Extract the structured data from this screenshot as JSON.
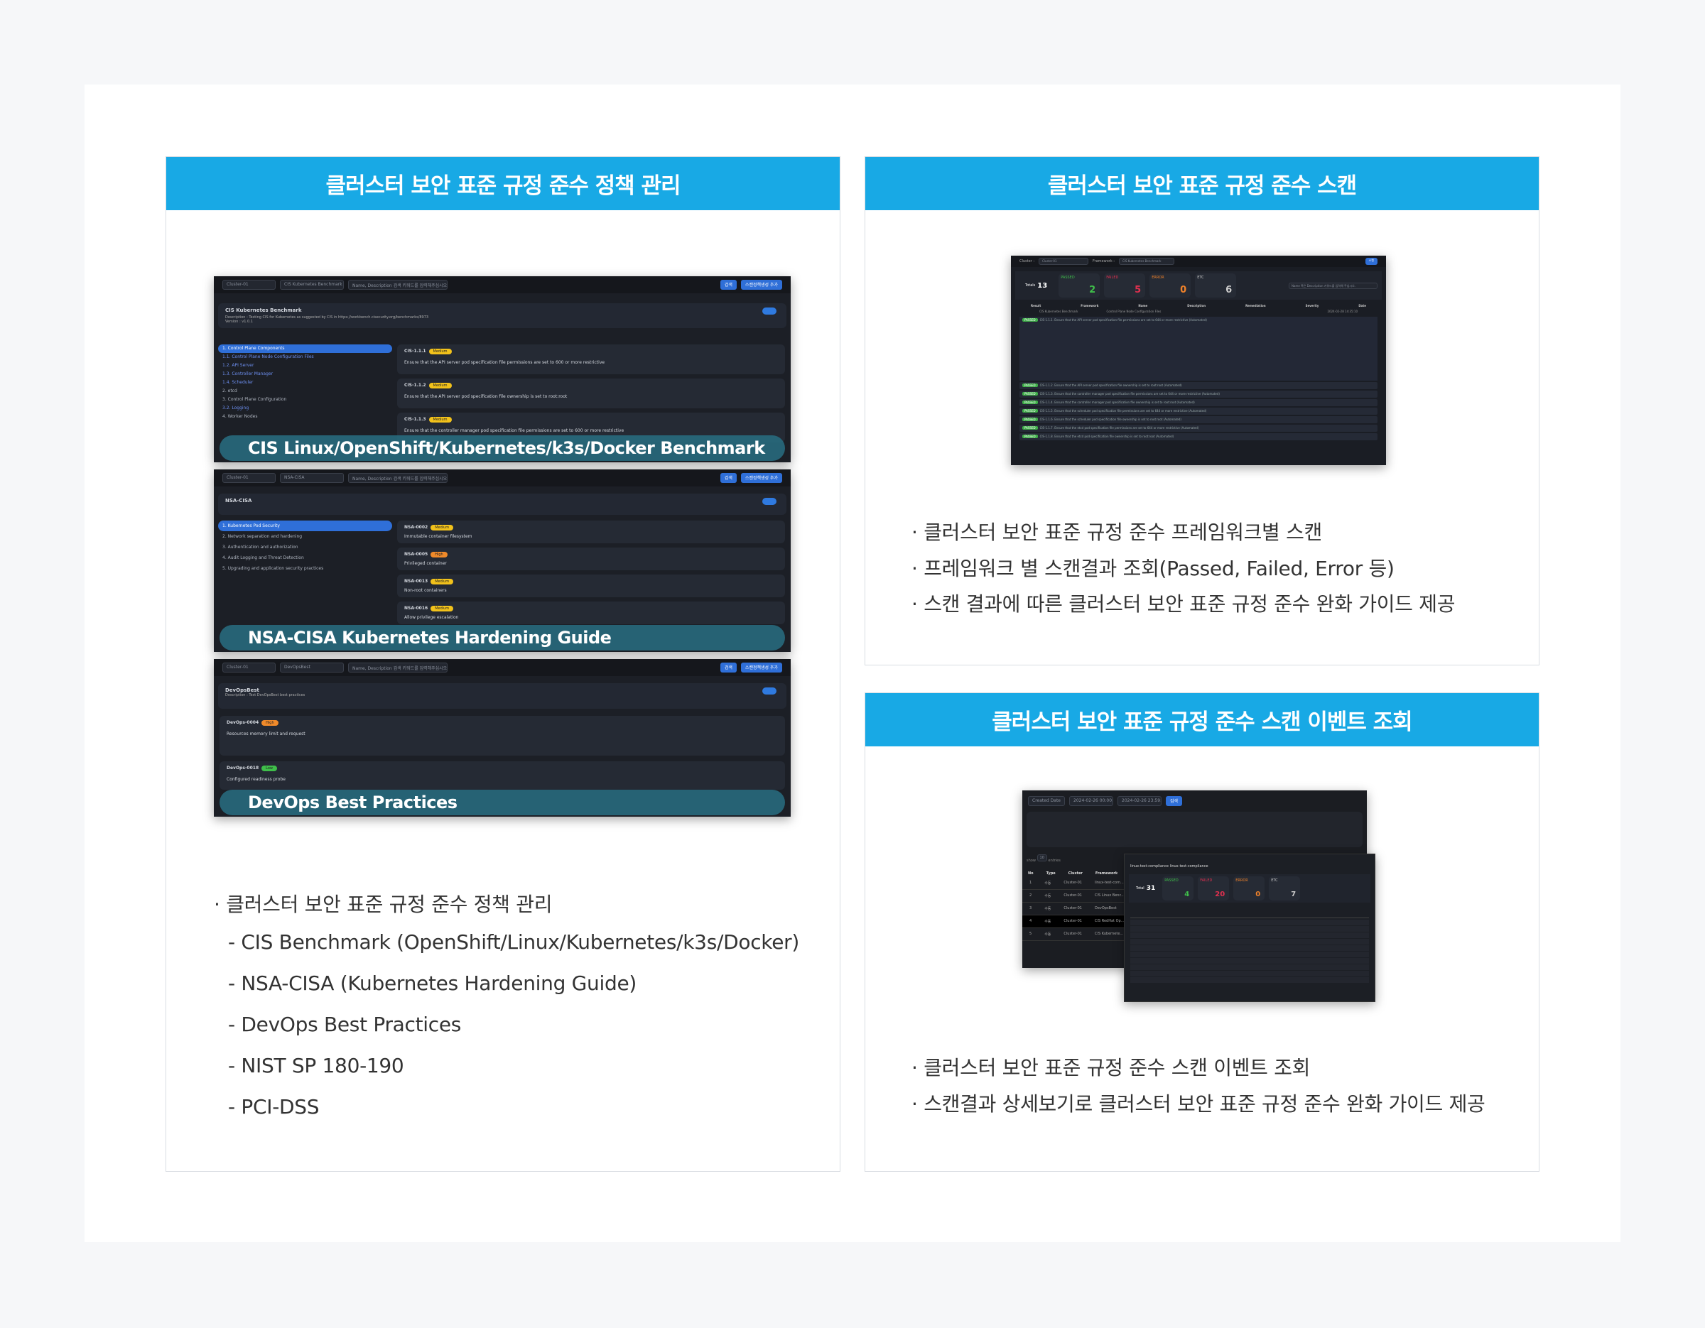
{
  "panels": {
    "policy": {
      "title": "클러스터 보안 표준 규정 준수 정책 관리",
      "bullet": "· 클러스터 보안 표준 규정 준수 정책 관리",
      "items": [
        "- CIS Benchmark (OpenShift/Linux/Kubernetes/k3s/Docker)",
        "- NSA-CISA (Kubernetes Hardening Guide)",
        "- DevOps Best Practices",
        "- NIST SP 180-190",
        "- PCI-DSS"
      ]
    },
    "scan": {
      "title": "클러스터 보안 표준 규정 준수 스캔",
      "bullets": [
        "· 클러스터 보안 표준 규정 준수 프레임워크별 스캔",
        "· 프레임워크 별 스캔결과 조회(Passed, Failed, Error 등)",
        "· 스캔 결과에 따른 클러스터 보안 표준 규정 준수 완화 가이드 제공"
      ]
    },
    "events": {
      "title": "클러스터 보안 표준 규정 준수 스캔 이벤트 조회",
      "bullets": [
        "· 클러스터 보안 표준 규정 준수 스캔 이벤트 조회",
        "· 스캔결과 상세보기로 클러스터 보안 표준 규정 준수 완화 가이드 제공"
      ]
    }
  },
  "shots": {
    "cis": {
      "cluster": "Cluster-01",
      "framework": "CIS Kubernetes Benchmark",
      "search": "Name, Description 검색 키워드를 입력해주십시오.",
      "btn1": "검색",
      "btn2": "스캔정책생성 추가",
      "name": "CIS Kubernetes Benchmark",
      "desc": "Description : Testing CIS for Kubernetes as suggested by CIS in https://workbench.cisecurity.org/benchmarks/8973",
      "version": "Version : v1.0.1",
      "side": [
        "1. Control Plane Components",
        "1.1. Control Plane Node Configuration Files",
        "1.2. API Server",
        "1.3. Controller Manager",
        "1.4. Scheduler",
        "2. etcd",
        "3. Control Plane Configuration",
        "3.2. Logging",
        "4. Worker Nodes"
      ],
      "rules": [
        {
          "id": "CIS-1.1.1",
          "sev": "Medium",
          "text": "Ensure that the API server pod specification file permissions are set to 600 or more restrictive"
        },
        {
          "id": "CIS-1.1.2",
          "sev": "Medium",
          "text": "Ensure that the API server pod specification file ownership is set to root:root"
        },
        {
          "id": "CIS-1.1.3",
          "sev": "Medium",
          "text": "Ensure that the controller manager pod specification file permissions are set to 600 or more restrictive"
        }
      ],
      "caption": "CIS Linux/OpenShift/Kubernetes/k3s/Docker Benchmark"
    },
    "nsa": {
      "cluster": "Cluster-01",
      "framework": "NSA-CISA",
      "name": "NSA-CISA",
      "side": [
        "1. Kubernetes Pod Security",
        "2. Network separation and hardening",
        "3. Authentication and authorization",
        "4. Audit Logging and Threat Detection",
        "5. Upgrading and application security practices"
      ],
      "rules": [
        {
          "id": "NSA-0002",
          "sev": "Medium",
          "text": "Immutable container filesystem"
        },
        {
          "id": "NSA-0005",
          "sev": "High",
          "text": "Privileged container"
        },
        {
          "id": "NSA-0013",
          "sev": "Medium",
          "text": "Non-root containers"
        },
        {
          "id": "NSA-0016",
          "sev": "Medium",
          "text": "Allow privilege escalation"
        }
      ],
      "caption": "NSA-CISA Kubernetes Hardening Guide"
    },
    "devops": {
      "cluster": "Cluster-01",
      "framework": "DevOpsBest",
      "name": "DevOpsBest",
      "desc": "Description : Test DevOpsBest best practices",
      "rules": [
        {
          "id": "DevOps-0004",
          "sev": "High",
          "text": "Resources memory limit and request"
        },
        {
          "id": "DevOps-0018",
          "sev": "Low",
          "text": "Configured readiness probe"
        }
      ],
      "caption": "DevOps Best Practices"
    },
    "scan": {
      "cluster_label": "Cluster :",
      "cluster": "Cluster-01",
      "framework_label": "Framework :",
      "framework": "CIS Kubernetes Benchmark",
      "btn": "스캔",
      "totals_label": "Totals",
      "totals": "13",
      "stats": [
        {
          "label": "PASSED",
          "value": "2",
          "color": "#3fbf4a"
        },
        {
          "label": "FAILED",
          "value": "5",
          "color": "#e0304f"
        },
        {
          "label": "ERROR",
          "value": "0",
          "color": "#f0822a"
        },
        {
          "label": "ETC",
          "value": "6",
          "color": "#d0d4da"
        }
      ],
      "search": "Name 혹은 Description 키워드를 입력해 주십시오.",
      "columns": [
        "Result",
        "Framework",
        "Name",
        "Description",
        "Remediation",
        "Severity",
        "Date"
      ],
      "row": {
        "framework": "CIS Kubernetes Benchmark",
        "name": "Control Plane Node Configuration Files",
        "date": "2024-02-28 14:35:10"
      },
      "checks": [
        "CIS-1.1.1. Ensure that the API server pod specification file permissions are set to 644 or more restrictive (Automated)",
        "CIS-1.1.2. Ensure that the API server pod specification file ownership is set to root:root (Automated)",
        "CIS-1.1.3. Ensure that the controller manager pod specification file permissions are set to 644 or more restrictive (Automated)",
        "CIS-1.1.4. Ensure that the controller manager pod specification file ownership is set to root:root (Automated)",
        "CIS-1.1.5. Ensure that the scheduler pod specification file permissions are set to 644 or more restrictive (Automated)",
        "CIS-1.1.6. Ensure that the scheduler pod specification file ownership is set to root:root (Automated)",
        "CIS-1.1.7. Ensure that the etcd pod specification file permissions are set to 644 or more restrictive (Automated)",
        "CIS-1.1.8. Ensure that the etcd pod specification file ownership is set to root:root (Automated)"
      ],
      "pass": "PASSED"
    },
    "events": {
      "filter": "Created Date",
      "from": "2024-02-26 00:00:00",
      "to": "2024-02-26 23:59:59",
      "btn": "검색",
      "show": "show",
      "entries": "entries",
      "page_size": "10",
      "columns": [
        "No",
        "Type",
        "Cluster",
        "Framework"
      ],
      "rows": [
        [
          "1",
          "수동",
          "Cluster-01",
          "linux-test-com..."
        ],
        [
          "2",
          "수동",
          "Cluster-01",
          "CIS Linux Benc..."
        ],
        [
          "3",
          "수동",
          "Cluster-01",
          "DevOpsBest"
        ],
        [
          "4",
          "수동",
          "Cluster-01",
          "CIS RedHat Op..."
        ],
        [
          "5",
          "수동",
          "Cluster-01",
          "CIS Kubernete..."
        ]
      ],
      "detail_title": "linux-test-compliance linux-test-compliance",
      "total_label": "Total",
      "total": "31",
      "stats": [
        {
          "label": "PASSED",
          "value": "4",
          "color": "#3fbf4a"
        },
        {
          "label": "FAILED",
          "value": "20",
          "color": "#e0304f"
        },
        {
          "label": "ERROR",
          "value": "0",
          "color": "#f0822a"
        },
        {
          "label": "ETC",
          "value": "7",
          "color": "#d0d4da"
        }
      ]
    }
  }
}
